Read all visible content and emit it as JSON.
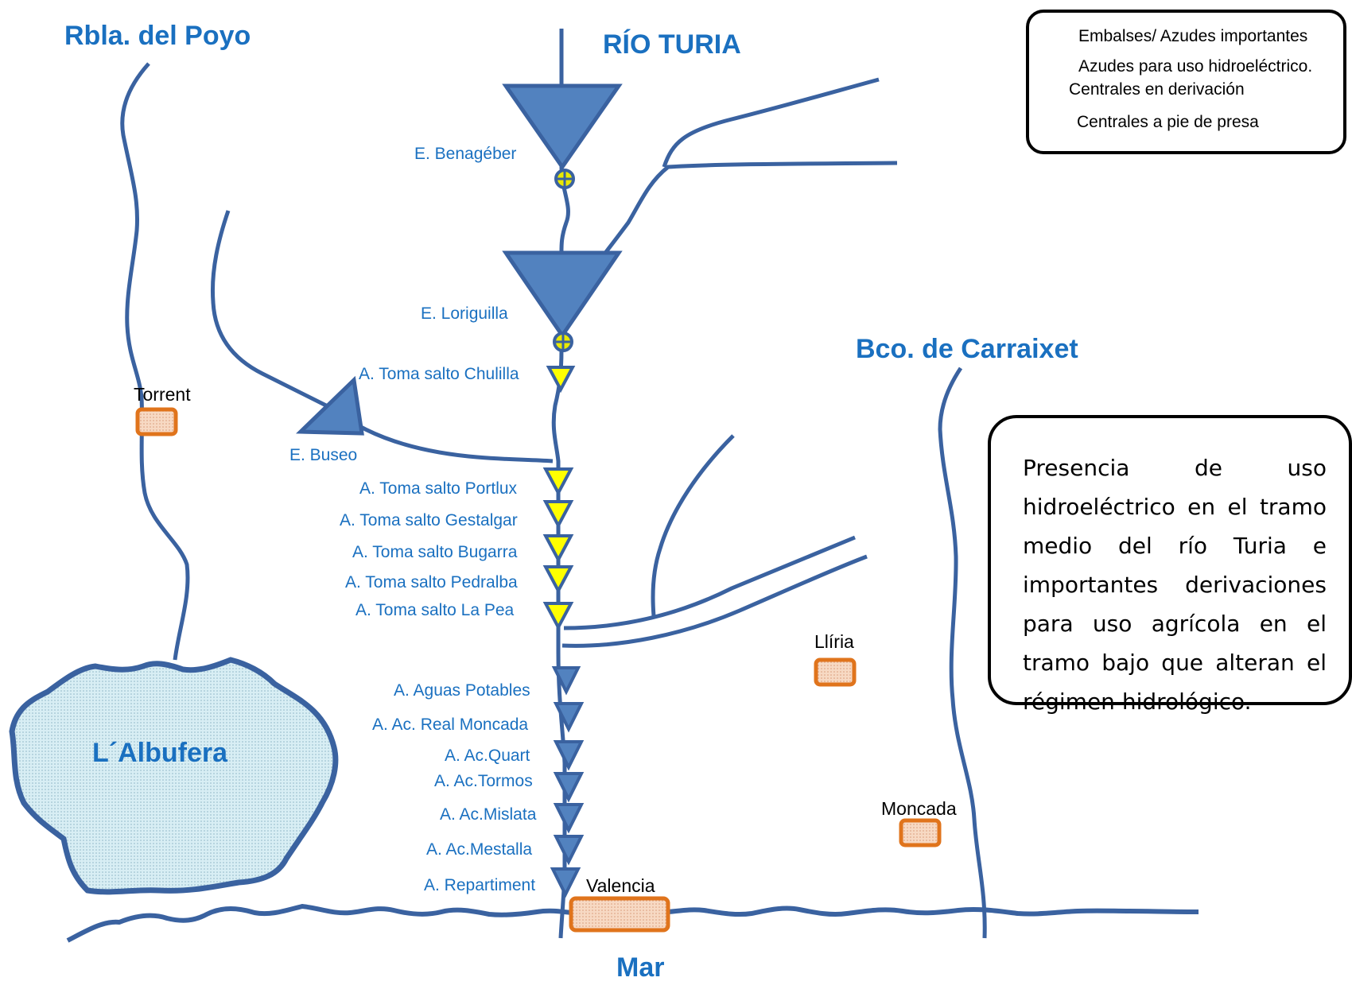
{
  "colors": {
    "river": "#3a62a0",
    "reservoir_fill": "#5282bf",
    "weir_fill": "#ffff00",
    "label_blue": "#1a70c0",
    "town_border": "#e0741c",
    "town_fill": "#f5c9a8",
    "lake_fill": "#d8eef4"
  },
  "titles": {
    "poyo": "Rbla. del Poyo",
    "turia": "RÍO TURIA",
    "carraixet": "Bco. de Carraixet",
    "albufera": "L´Albufera",
    "mar": "Mar"
  },
  "legend": {
    "reservoirs": "Embalses/ Azudes importantes",
    "weirs_line1": "Azudes para uso hidroeléctrico.",
    "weirs_line2": "Centrales en derivación",
    "plants": "Centrales a pie de presa"
  },
  "sites": {
    "benageber": "E. Benagéber",
    "loriguilla": "E. Loriguilla",
    "chulilla": "A. Toma salto Chulilla",
    "buseo": "E. Buseo",
    "portlux": "A. Toma salto Portlux",
    "gestalgar": "A. Toma salto Gestalgar",
    "bugarra": "A. Toma salto Bugarra",
    "pedralba": "A. Toma salto Pedralba",
    "lapea": "A. Toma salto La Pea",
    "aguas_potables": "A. Aguas Potables",
    "real_moncada": "A. Ac. Real Moncada",
    "quart": "A. Ac.Quart",
    "tormos": "A. Ac.Tormos",
    "mislata": "A. Ac.Mislata",
    "mestalla": "A. Ac.Mestalla",
    "repartiment": "A. Repartiment"
  },
  "towns": {
    "torrent": "Torrent",
    "lliria": "Llíria",
    "moncada": "Moncada",
    "valencia": "Valencia"
  },
  "note": "Presencia de uso hidroeléctrico en el tramo medio del río Turia e importantes derivaciones para uso agrícola en el tramo bajo que alteran el régimen hidrológico."
}
